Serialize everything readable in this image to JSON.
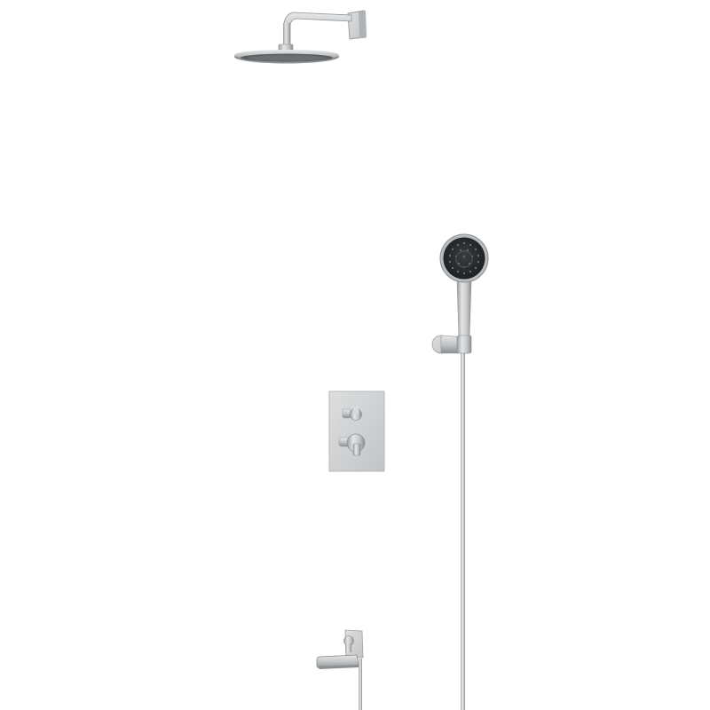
{
  "scene": {
    "subject": "shower-system",
    "background_color": "#ffffff",
    "finish_color": "#c9cbcc",
    "finish_shadow_color": "#8e9193",
    "handshower_face_color": "#2a2c2e",
    "overhead_face_color": "#5a5d60",
    "components": [
      {
        "name": "overhead-rain-shower-head"
      },
      {
        "name": "shower-arm"
      },
      {
        "name": "hand-shower-head"
      },
      {
        "name": "hand-shower-holder"
      },
      {
        "name": "shower-hose"
      },
      {
        "name": "thermostatic-mixer-trim-plate"
      },
      {
        "name": "bath-spout-with-outlet"
      }
    ]
  }
}
